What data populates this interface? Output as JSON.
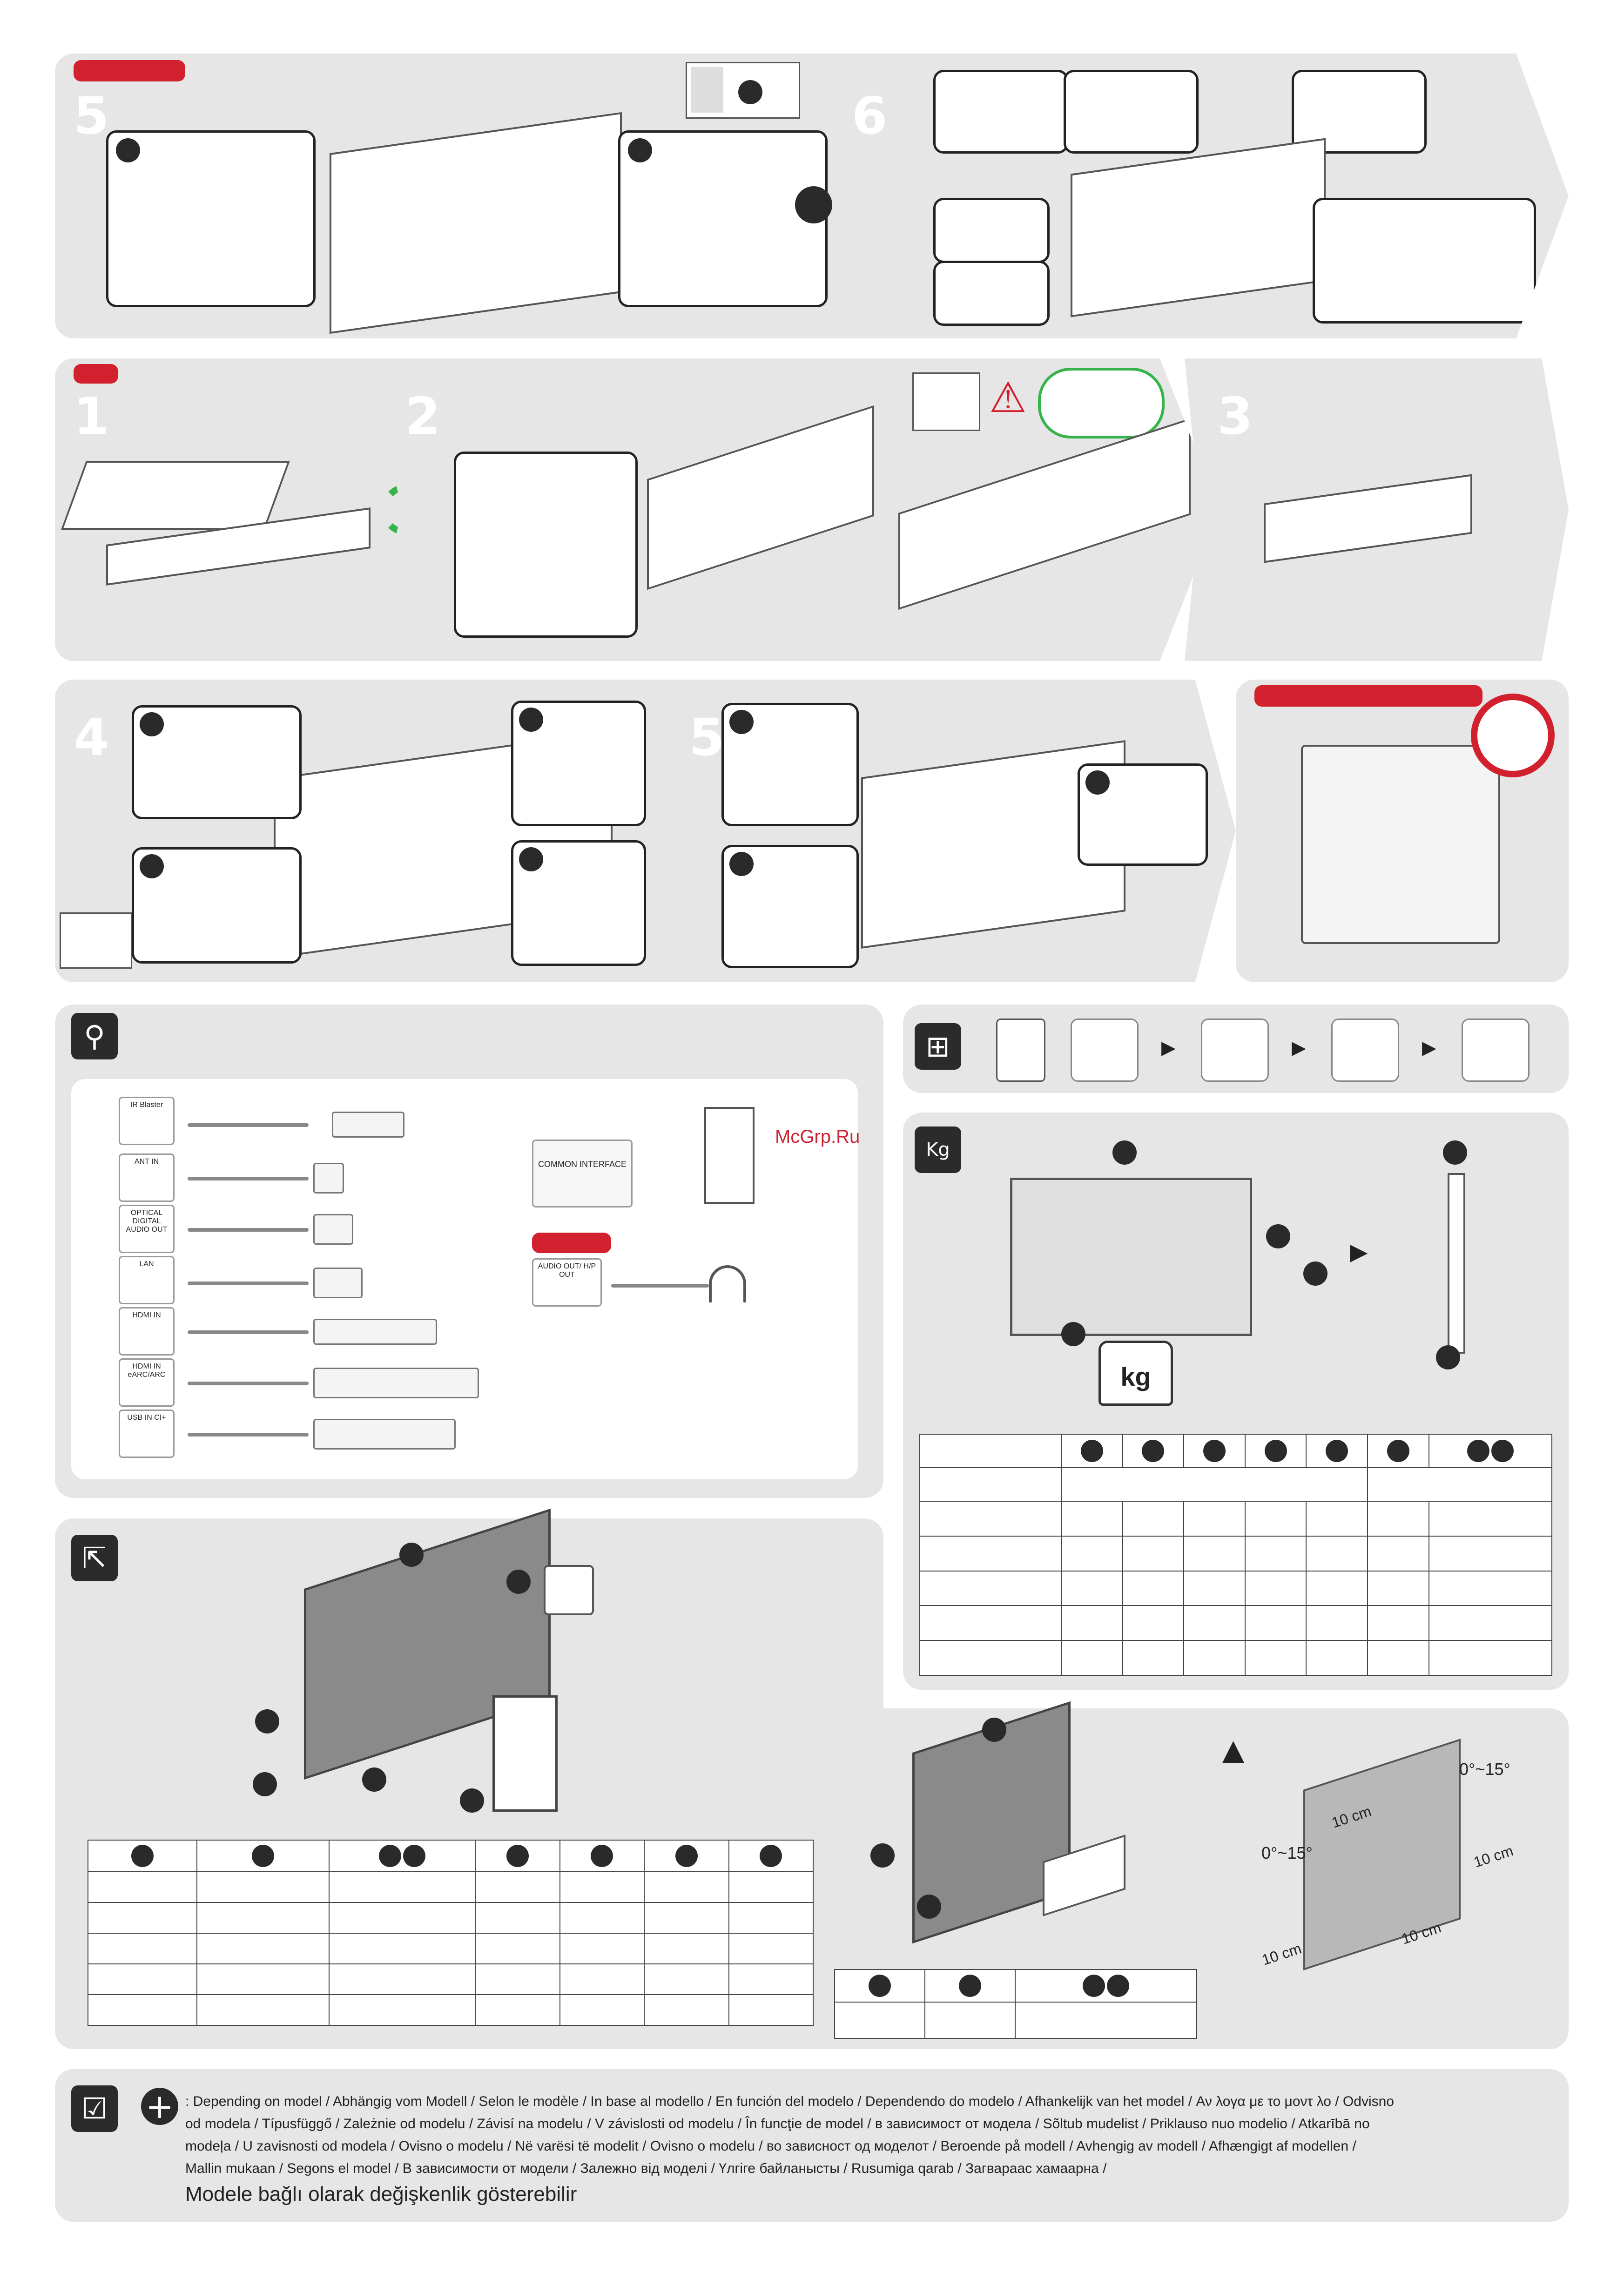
{
  "steps": {
    "top_left": "5",
    "top_right": "6",
    "row2_a": "1",
    "row2_b": "2",
    "row2_c": "3",
    "row3_a": "4",
    "row3_b": "5"
  },
  "watermark": "McGrp.Ru",
  "connections": {
    "ports": [
      {
        "label": "IR Blaster"
      },
      {
        "label": "ANT IN"
      },
      {
        "label": "OPTICAL DIGITAL AUDIO OUT"
      },
      {
        "label": "LAN"
      },
      {
        "label": "HDMI IN"
      },
      {
        "label": "HDMI IN eARC/ARC"
      },
      {
        "label": "USB IN CI+"
      }
    ],
    "common_interface": "COMMON INTERFACE",
    "audio_out": "AUDIO OUT/ H/P OUT"
  },
  "weight_icon": "kg",
  "wall": {
    "angle_top": "0°~15°",
    "angle_left": "0°~15°",
    "gap_top": "10 cm",
    "gap_right": "10 cm",
    "gap_left": "10 cm",
    "gap_bottom": "10 cm"
  },
  "footer": {
    "line1": ": Depending on model / Abhängig vom Modell / Selon le modèle / In base al modello / En función del modelo / Dependendo do modelo / Afhankelijk van het model / Αν λογα με το μοντ λο / Odvisno",
    "line2": "od modela / Típusfüggő / Zależnie od modelu / Závisí na modelu / V závislosti od modelu / În funcţie de model / в зависимост от модела / Sõltub mudelist / Priklauso nuo modelio / Atkarībā no",
    "line3": "modeļa / U zavisnosti od modela / Ovisno o modelu / Në varësi të modelit / Ovisno o modelu / во зависност од моделот / Beroende på modell / Avhengig av modell / Afhængigt af modellen /",
    "line4": "Mallin mukaan / Segons el model / В зависимости от модели / Залежно від моделі / Үлгіге байланысты / Rusumiga qarab / Загвараас хамаарна /",
    "line5": "Modele bağlı olarak değişkenlik gösterebilir"
  },
  "colors": {
    "panel": "#e6e6e6",
    "accent_red": "#d3202e",
    "accent_green": "#35b44a"
  }
}
